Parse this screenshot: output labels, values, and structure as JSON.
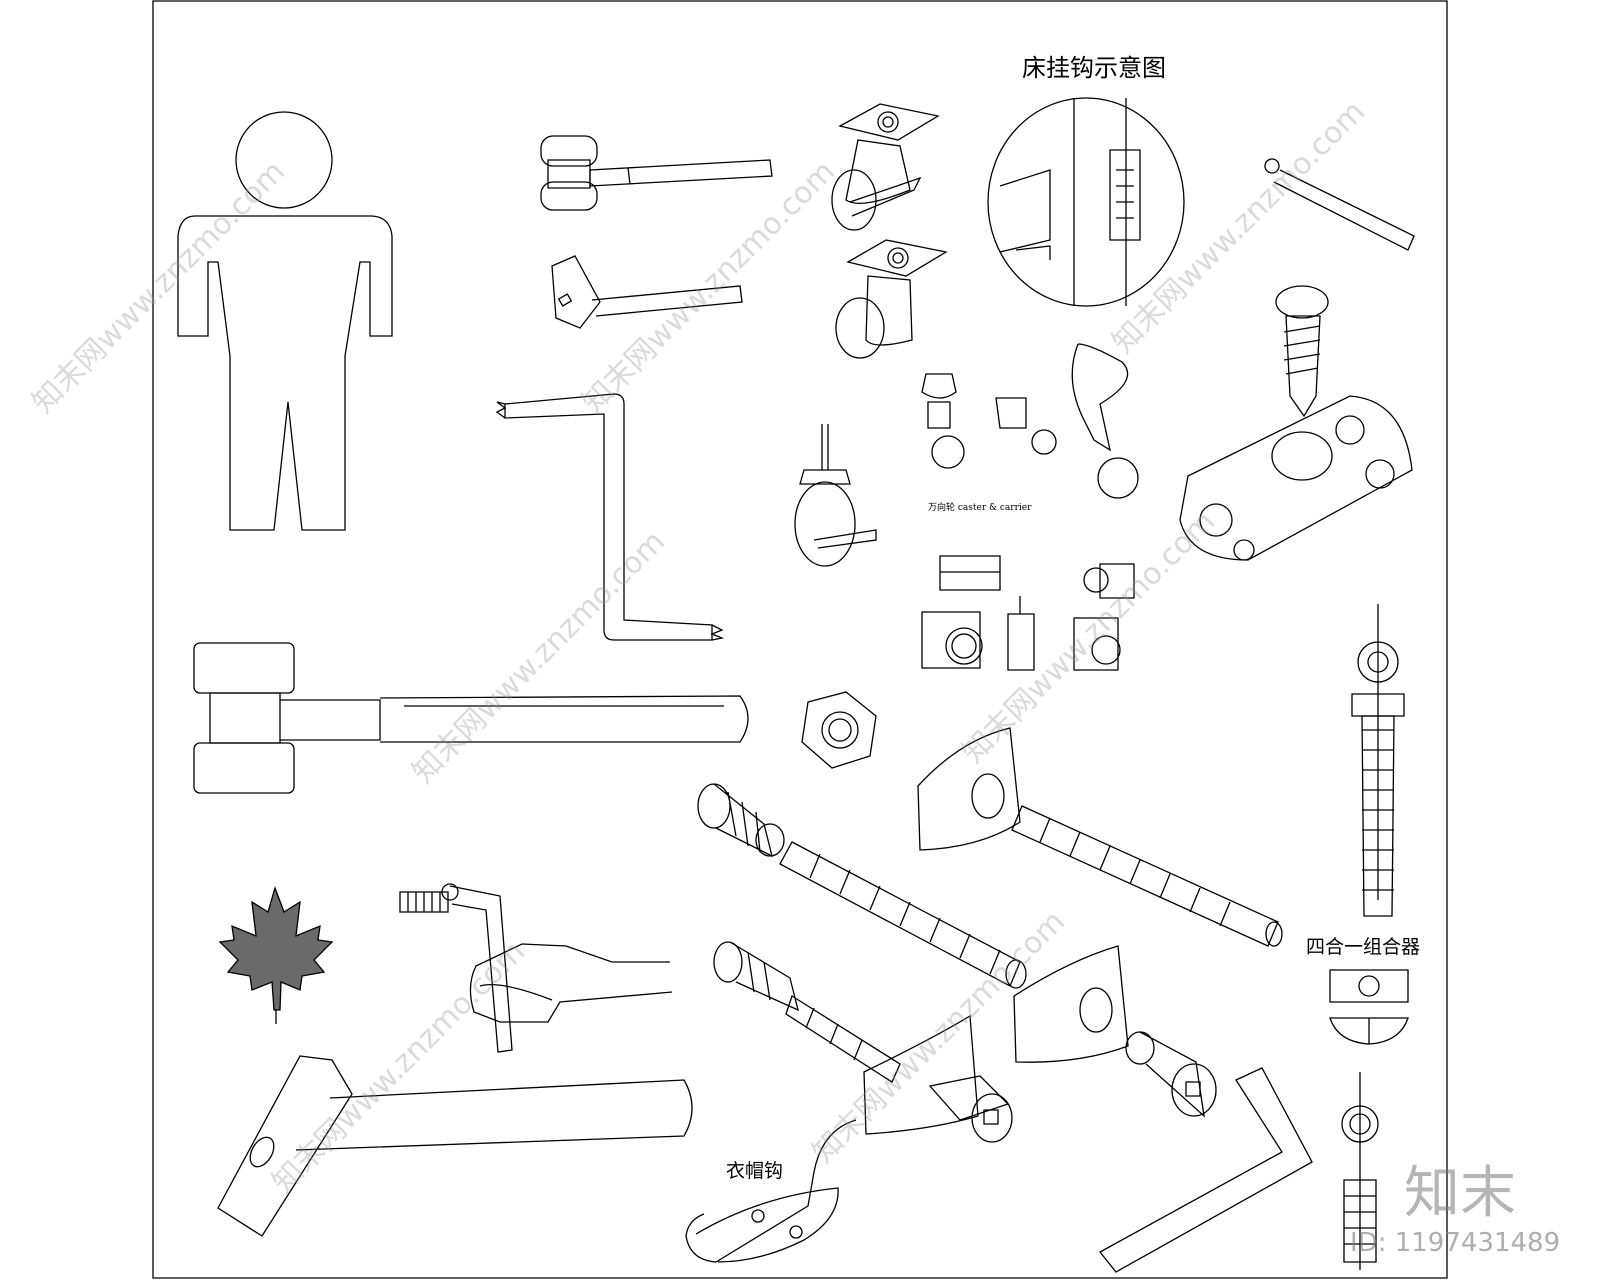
{
  "labels": {
    "bed_hook": "床挂钩示意图",
    "four_in_one": "四合一组合器",
    "coat_hook": "衣帽钩",
    "caster_small": "万向轮  caster & carrier"
  },
  "watermark": {
    "text": "知末网www.znzmo.com",
    "brand": "知末",
    "id_text": "ID: 1197431489"
  },
  "colors": {
    "line": "#000000",
    "watermark": "#9a9a9a",
    "leaf_fill": "#6a6a6a"
  }
}
